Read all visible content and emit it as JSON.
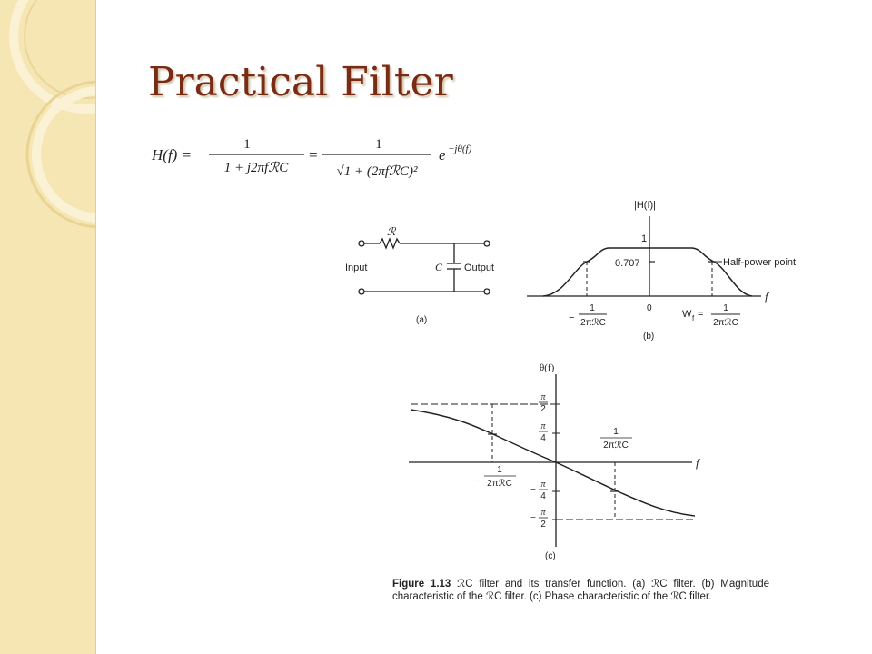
{
  "slide": {
    "title": "Practical Filter"
  },
  "equation": {
    "lhs": "H(f) =",
    "frac1_num": "1",
    "frac1_den": "1 + j2πfℛC",
    "equals": "=",
    "frac2_num": "1",
    "frac2_den": "√1 + (2πfℛC)²",
    "exp_base": "e",
    "exp_power": "−jθ(f)"
  },
  "fig_a": {
    "resistor_label": "ℛ",
    "capacitor_label": "C",
    "input_label": "Input",
    "output_label": "Output",
    "panel_label": "(a)"
  },
  "fig_b": {
    "y_axis_label": "|H(f)|",
    "x_axis_label": "f",
    "level_one": "1",
    "level_half_power": "0.707",
    "annotation": "Half-power point",
    "origin_label": "0",
    "neg_cutoff_sign": "−",
    "cutoff_num": "1",
    "cutoff_den": "2πℛC",
    "wf_label": "W",
    "wf_subscript": "f",
    "wf_equals": "=",
    "panel_label": "(b)"
  },
  "fig_c": {
    "y_axis_label": "θ(f)",
    "x_axis_label": "f",
    "pi_num": "π",
    "two": "2",
    "four": "4",
    "minus": "−",
    "cutoff_num": "1",
    "cutoff_den": "2πℛC",
    "panel_label": "(c)"
  },
  "caption": {
    "figure_label": "Figure 1.13",
    "text": "ℛC filter and its transfer function. (a) ℛC filter. (b) Magnitude characteristic of the ℛC filter. (c) Phase characteristic of the ℛC filter."
  },
  "colors": {
    "title": "#7a2b13",
    "side_band": "#f6e6b4",
    "ink": "#222222"
  }
}
